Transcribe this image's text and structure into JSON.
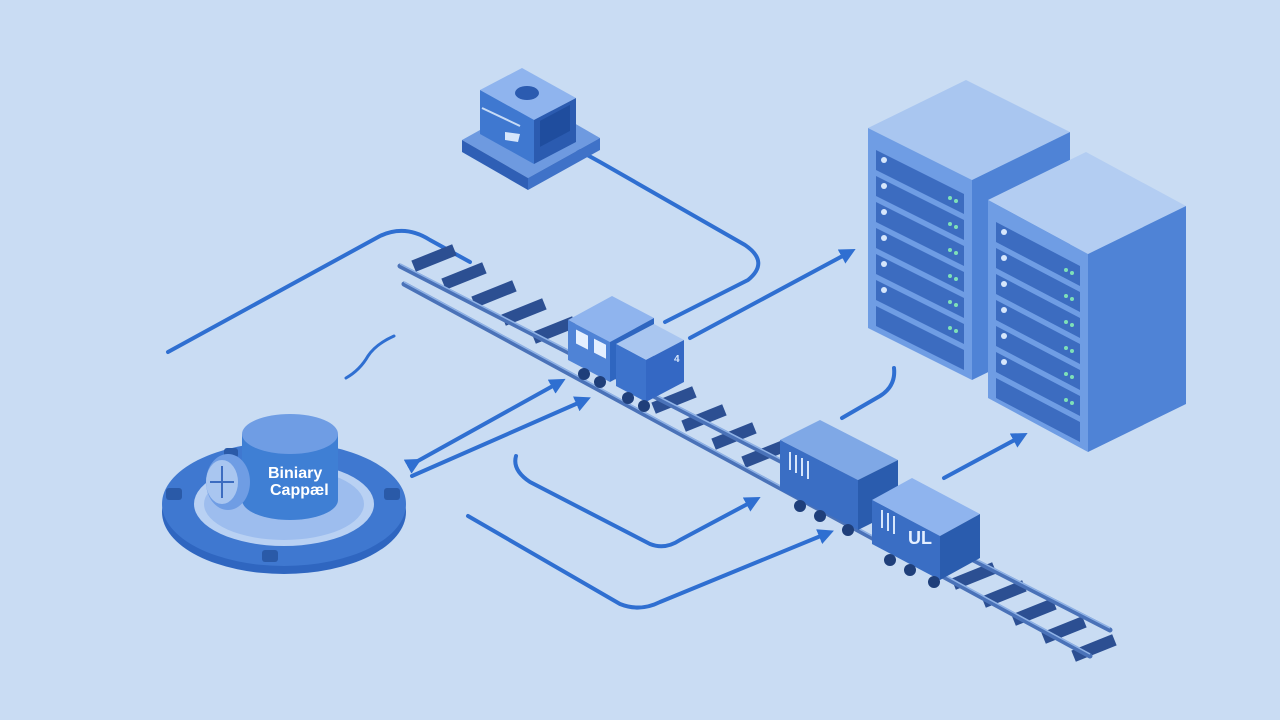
{
  "colors": {
    "background": "#c9dcf3",
    "flow_line": "#2f6fd1",
    "rail": "#4a72b8",
    "sleeper": "#2c4f92",
    "server_front": "#4f83d6",
    "server_side": "#7fa8e6",
    "server_top": "#a9c6f0",
    "led": "#7ee0b8",
    "db_body": "#3f7fd4",
    "db_ring": "#2f66c0"
  },
  "database": {
    "label_line1": "Biniary",
    "label_line2": "Cappæl",
    "icon": "cylinder-database-icon"
  },
  "cargo_car": {
    "label": "UL"
  },
  "locomotive": {
    "label": "4"
  },
  "icons": {
    "gateway": "network-device-icon",
    "server": "server-rack-icon",
    "train": "train-icon"
  }
}
